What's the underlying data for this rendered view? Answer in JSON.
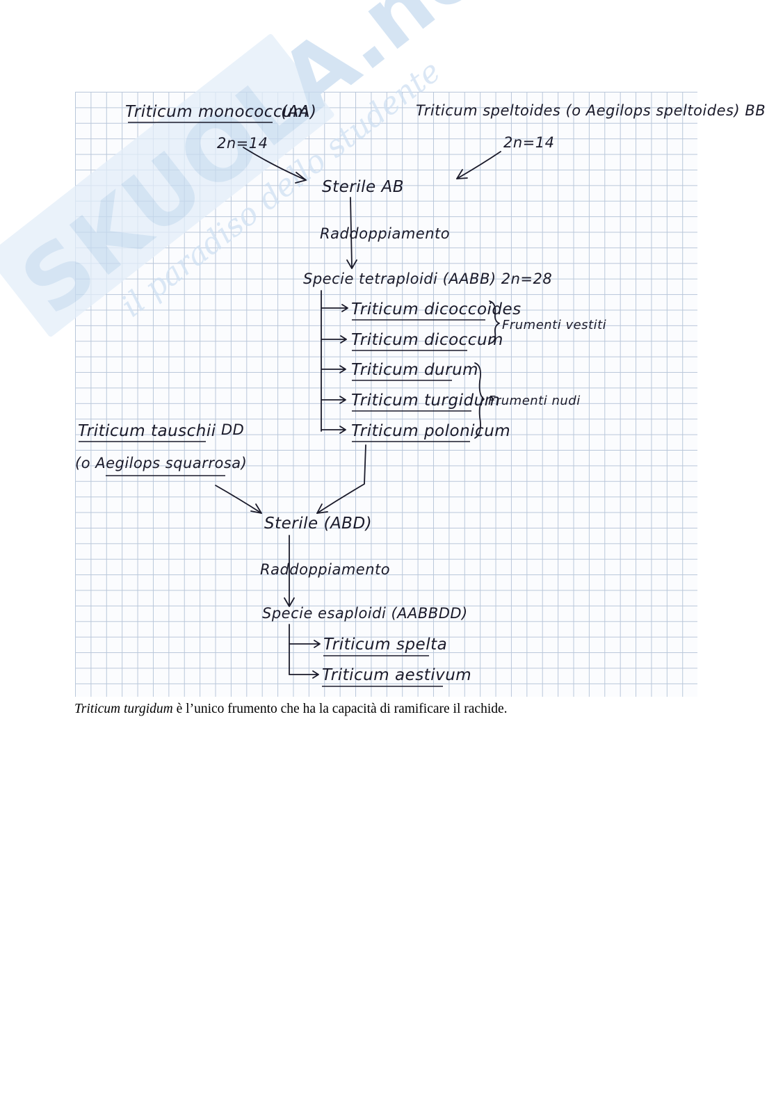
{
  "watermark": {
    "brand": "SKUOLA.net",
    "tagline": "il paradiso dello studente"
  },
  "diagram": {
    "monococcum": {
      "name": "Triticum monococcum",
      "genome": "(AA)",
      "chromosomes": "2n=14"
    },
    "speltoides": {
      "name": "Triticum speltoides (o Aegilops speltoides) BB",
      "chromosomes": "2n=14"
    },
    "sterile_ab": "Sterile AB",
    "raddoppiamento_1": "Raddoppiamento",
    "tetraploidi": "Specie tetraploidi (AABB) 2n=28",
    "tetraploid_species": [
      "Triticum dicoccoides",
      "Triticum dicoccum",
      "Triticum durum",
      "Triticum turgidum",
      "Triticum polonicum"
    ],
    "group_vestiti": "Frumenti vestiti",
    "group_nudi": "Frumenti nudi",
    "tauschii": {
      "name": "Triticum tauschii",
      "genome": "DD",
      "alt": "(o Aegilops squarrosa)"
    },
    "sterile_abd": "Sterile (ABD)",
    "raddoppiamento_2": "Raddoppiamento",
    "esaploidi": "Specie esaploidi (AABBDD)",
    "hexaploid_species": [
      "Triticum spelta",
      "Triticum aestivum"
    ]
  },
  "caption": {
    "italic": "Triticum turgidum",
    "rest": " è l’unico frumento che ha la capacità di ramificare il rachide."
  }
}
